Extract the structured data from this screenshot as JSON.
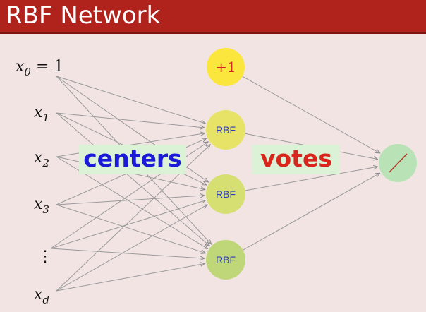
{
  "slide": {
    "title": "RBF Network"
  },
  "inputs": [
    {
      "symbol": "x",
      "subscript": "0",
      "suffix": " = 1"
    },
    {
      "symbol": "x",
      "subscript": "1",
      "suffix": ""
    },
    {
      "symbol": "x",
      "subscript": "2",
      "suffix": ""
    },
    {
      "symbol": "x",
      "subscript": "3",
      "suffix": ""
    },
    {
      "symbol": "⋮",
      "subscript": "",
      "suffix": ""
    },
    {
      "symbol": "x",
      "subscript": "d",
      "suffix": ""
    }
  ],
  "bias_node": {
    "label": "+1",
    "color": "#fae63c",
    "text_color": "#d9261c"
  },
  "hidden_nodes": [
    {
      "label": "RBF",
      "color": "#e6e367"
    },
    {
      "label": "RBF",
      "color": "#d5df72"
    },
    {
      "label": "RBF",
      "color": "#bfd779"
    }
  ],
  "hidden_text_color": "#2c3cb4",
  "output_node": {
    "icon": "diagonal-line-icon",
    "color": "#b9e3b7",
    "line_color": "#b23a2a"
  },
  "annotations": {
    "centers": "centers",
    "votes": "votes"
  },
  "colors": {
    "title_bar": "#b0231c",
    "background": "#f3e4e4",
    "edges": "#9a9a9a",
    "centers_text": "#1a1ad8",
    "votes_text": "#d9261c",
    "tag_background": "#dcf2d6"
  }
}
